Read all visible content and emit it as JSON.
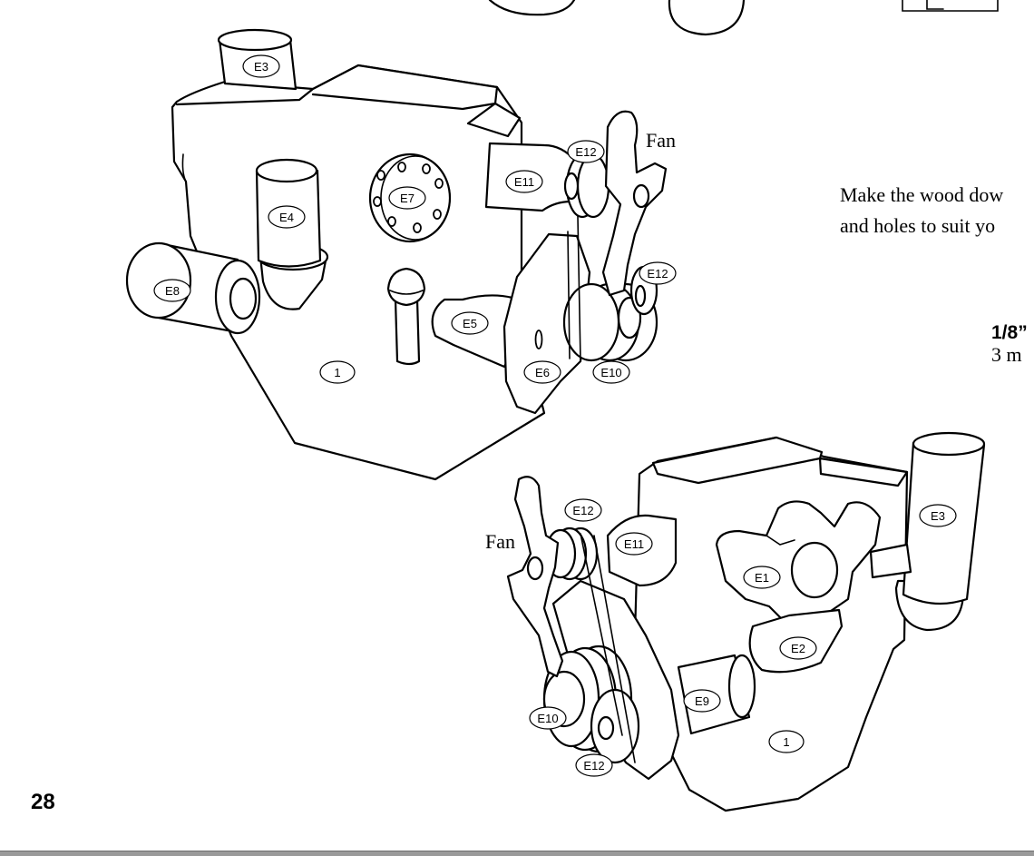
{
  "page": {
    "page_number": "28",
    "note_lines": [
      "Make the wood dow",
      "and holes to suit yo"
    ],
    "dimension_inch": "1/8”",
    "dimension_mm": "3 m"
  },
  "diagram_top": {
    "fan_label": "Fan",
    "part_labels": {
      "e3": "E3",
      "e4": "E4",
      "e7": "E7",
      "e11": "E11",
      "e12a": "E12",
      "e12b": "E12",
      "e8": "E8",
      "e5": "E5",
      "e6": "E6",
      "e10": "E10",
      "p1": "1"
    }
  },
  "diagram_bottom": {
    "fan_label": "Fan",
    "part_labels": {
      "e12a": "E12",
      "e11": "E11",
      "e3": "E3",
      "e1": "E1",
      "e2": "E2",
      "e9": "E9",
      "e10": "E10",
      "e12b": "E12",
      "p1": "1"
    }
  }
}
